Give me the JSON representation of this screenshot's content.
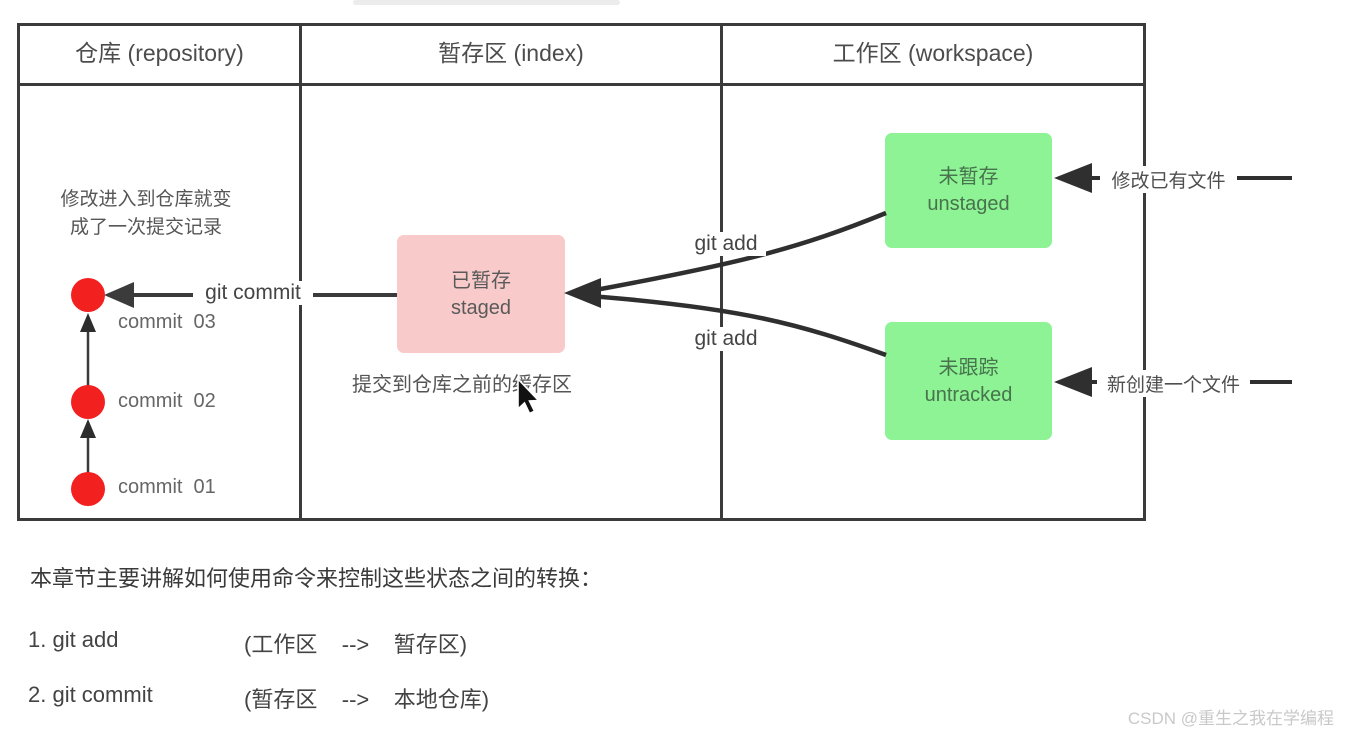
{
  "colors": {
    "line": "#3b3b3b",
    "commit_red": "#f32020",
    "staged_pink": "#f9caca",
    "workspace_green": "#8df394",
    "watermark_gray": "#c9c9c9"
  },
  "table": {
    "headers": [
      "仓库 (repository)",
      "暂存区 (index)",
      "工作区 (workspace)"
    ]
  },
  "repository": {
    "note_line1": "修改进入到仓库就变",
    "note_line2": "成了一次提交记录",
    "git_commit_label": "git commit",
    "commits": [
      {
        "label": "commit  03"
      },
      {
        "label": "commit  02"
      },
      {
        "label": "commit  01"
      }
    ]
  },
  "index": {
    "staged_title": "已暂存",
    "staged_subtitle": "staged",
    "caption": "提交到仓库之前的缓存区"
  },
  "workspace": {
    "git_add_top": "git add",
    "git_add_bottom": "git add",
    "unstaged_title": "未暂存",
    "unstaged_subtitle": "unstaged",
    "unstaged_source": "修改已有文件",
    "untracked_title": "未跟踪",
    "untracked_subtitle": "untracked",
    "untracked_source": "新创建一个文件"
  },
  "footer": {
    "heading": "本章节主要讲解如何使用命令来控制这些状态之间的转换：",
    "items": [
      {
        "command": "1. git add",
        "transition": "(工作区    -->    暂存区)"
      },
      {
        "command": "2. git commit",
        "transition": "(暂存区    -->    本地仓库)"
      }
    ]
  },
  "watermark": "CSDN @重生之我在学编程"
}
